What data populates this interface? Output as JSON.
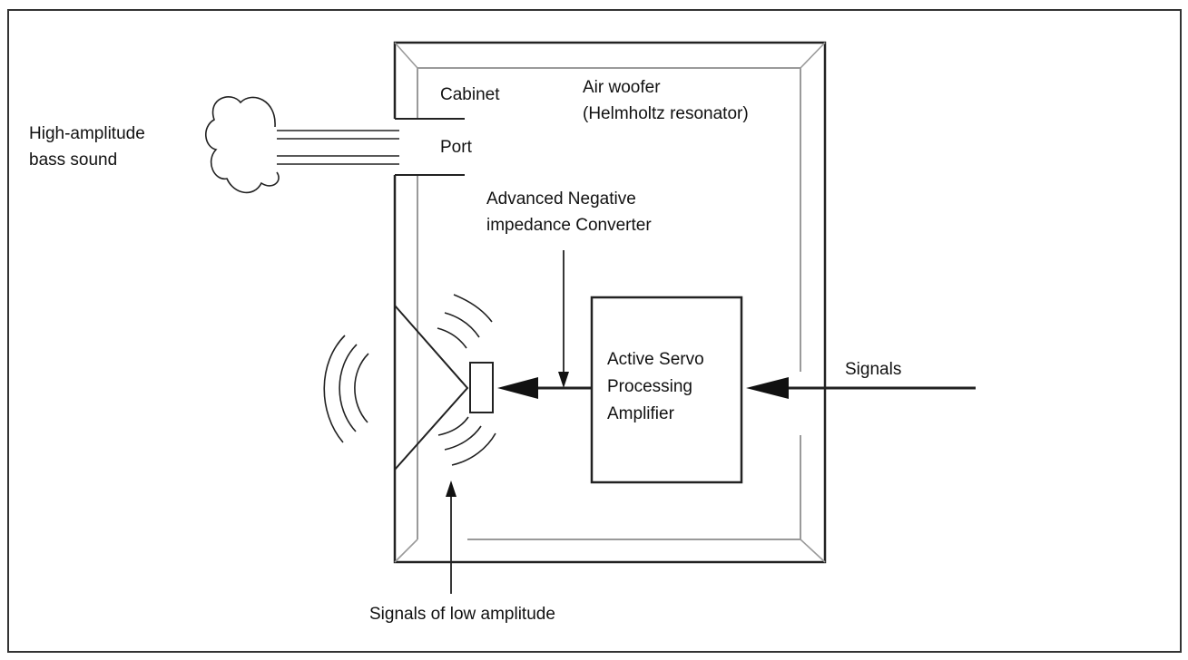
{
  "labels": {
    "cabinet": "Cabinet",
    "air_woofer_line1": "Air woofer",
    "air_woofer_line2": "(Helmholtz resonator)",
    "high_amp_line1": "High-amplitude",
    "high_amp_line2": "bass sound",
    "port": "Port",
    "anic_line1": "Advanced Negative",
    "anic_line2": "impedance Converter",
    "amp_line1": "Active Servo",
    "amp_line2": "Processing",
    "amp_line3": "Amplifier",
    "signals": "Signals",
    "low_amp": "Signals of low amplitude"
  },
  "colors": {
    "line": "#222222",
    "inner_frame": "#9a9a9a",
    "background": "#ffffff"
  }
}
